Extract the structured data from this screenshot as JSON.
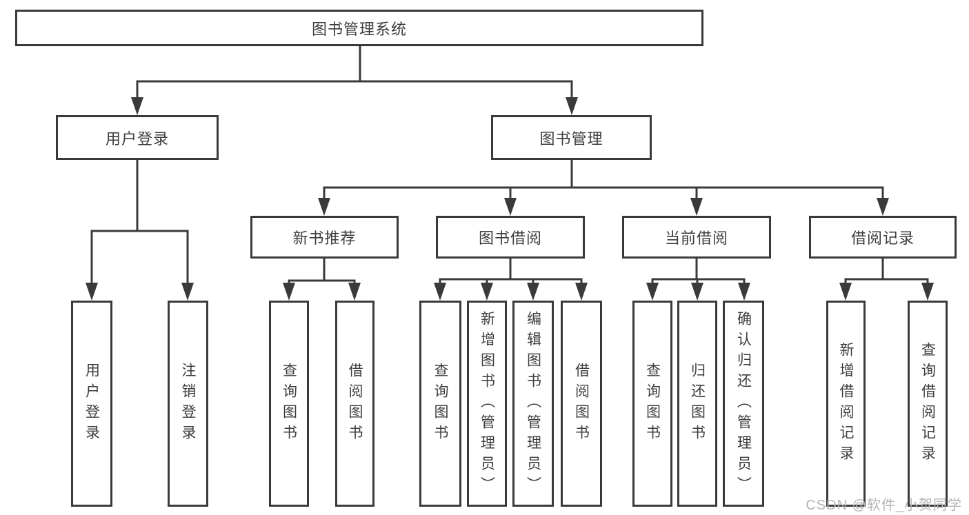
{
  "tree": {
    "root": "图书管理系统",
    "level2": [
      "用户登录",
      "图书管理"
    ],
    "level3": [
      "新书推荐",
      "图书借阅",
      "当前借阅",
      "借阅记录"
    ],
    "leaves": {
      "user_login": [
        "用户登录",
        "注销登录"
      ],
      "new_book": [
        "查询图书",
        "借阅图书"
      ],
      "book_borrow": [
        "查询图书",
        "新增图书（管理员）",
        "编辑图书（管理员）",
        "借阅图书"
      ],
      "current_borrow": [
        "查询图书",
        "归还图书",
        "确认归还（管理员）"
      ],
      "borrow_records": [
        "新增借阅记录",
        "查询借阅记录"
      ]
    }
  },
  "watermark": {
    "text": "CSDN @软件_小贺同学"
  },
  "colors": {
    "line": "#3a3a3a",
    "text": "#3d3d3d",
    "box_background": "#ffffff",
    "watermark": "#b4b4b4"
  }
}
